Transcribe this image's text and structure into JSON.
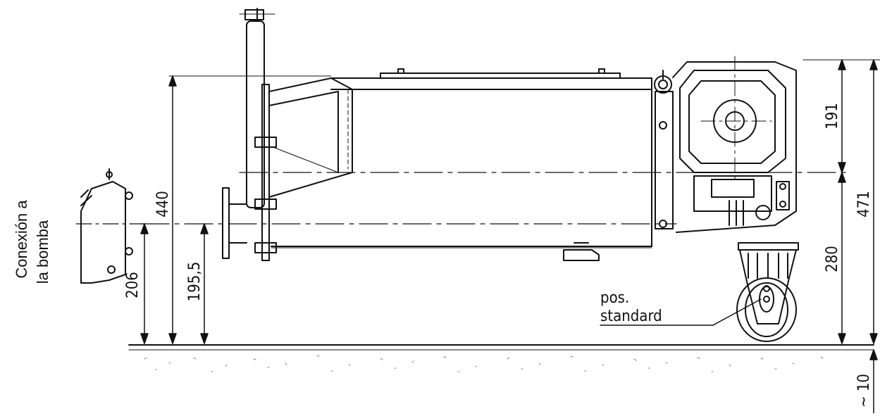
{
  "side_label": {
    "line1": "Conexión a",
    "line2": "la bomba"
  },
  "dimensions": {
    "d440": "440",
    "d191": "191",
    "d471": "471",
    "d280": "280",
    "d206": "206",
    "d195_5": "195,5",
    "d10": "~ 10"
  },
  "callout": {
    "line1": "pos.",
    "line2": "standard"
  },
  "colors": {
    "ink": "#111111",
    "paper": "#ffffff",
    "ground": "#9a9a9a"
  }
}
